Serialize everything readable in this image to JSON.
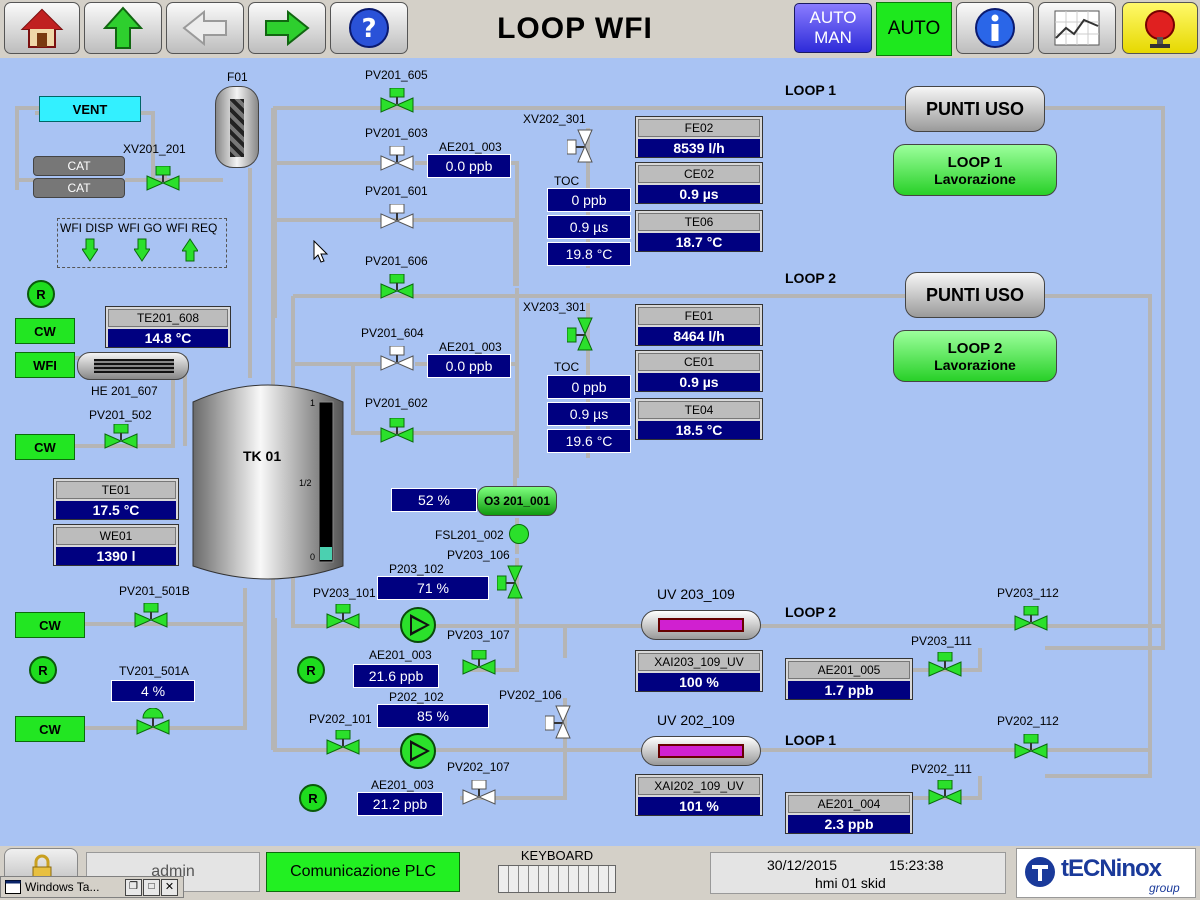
{
  "header": {
    "title": "LOOP WFI",
    "mode_line1": "AUTO",
    "mode_line2": "MAN",
    "auto_status": "AUTO"
  },
  "colors": {
    "green": "#22e622",
    "navy": "#000080",
    "bg": "#a9c3f3",
    "pipe": "#b7b7b7"
  },
  "tags": {
    "vent": "VENT",
    "f01": "F01",
    "xv201_201": "XV201_201",
    "cat1": "CAT",
    "cat2": "CAT",
    "wfi_disp": "WFI DISP",
    "wfi_go": "WFI GO",
    "wfi_req": "WFI REQ",
    "r": "R",
    "cw": "CW",
    "wfi": "WFI",
    "he201_607": "HE 201_607",
    "pv201_502": "PV201_502",
    "pv201_501b": "PV201_501B",
    "tv201_501a": "TV201_501A",
    "tk01": "TK 01",
    "lvl_1": "1",
    "lvl_half": "1/2",
    "lvl_0": "0",
    "pv201_605": "PV201_605",
    "pv201_603": "PV201_603",
    "pv201_601": "PV201_601",
    "pv201_606": "PV201_606",
    "pv201_604": "PV201_604",
    "pv201_602": "PV201_602",
    "ae201_003": "AE201_003",
    "xv202_301": "XV202_301",
    "xv203_301": "XV203_301",
    "toc": "TOC",
    "loop1": "LOOP 1",
    "loop2": "LOOP 2",
    "o3": "O3 201_001",
    "fsl": "FSL201_002",
    "pv203_106": "PV203_106",
    "pv202_106": "PV202_106",
    "p203_102": "P203_102",
    "p202_102": "P202_102",
    "pv203_101": "PV203_101",
    "pv202_101": "PV202_101",
    "pv203_107": "PV203_107",
    "pv202_107": "PV202_107",
    "uv203": "UV 203_109",
    "uv202": "UV 202_109",
    "pv203_112": "PV203_112",
    "pv203_111": "PV203_111",
    "pv202_112": "PV202_112",
    "pv202_111": "PV202_111"
  },
  "values": {
    "ae_603": "0.0 ppb",
    "ae_604": "0.0 ppb",
    "toc1_ppb": "0 ppb",
    "toc1_us": "0.9 µs",
    "toc1_c": "19.8 °C",
    "toc2_ppb": "0 ppb",
    "toc2_us": "0.9 µs",
    "toc2_c": "19.6 °C",
    "o3_pct": "52 %",
    "p203_pct": "71 %",
    "p202_pct": "85 %",
    "ae203": "21.6 ppb",
    "ae202": "21.2 ppb",
    "tv201_pct": "4 %"
  },
  "instruments": [
    {
      "tag": "FE02",
      "value": "8539  l/h"
    },
    {
      "tag": "CE02",
      "value": "0.9  µs"
    },
    {
      "tag": "TE06",
      "value": "18.7  °C"
    },
    {
      "tag": "FE01",
      "value": "8464  l/h"
    },
    {
      "tag": "CE01",
      "value": "0.9  µs"
    },
    {
      "tag": "TE04",
      "value": "18.5  °C"
    },
    {
      "tag": "TE201_608",
      "value": "14.8  °C"
    },
    {
      "tag": "TE01",
      "value": "17.5  °C"
    },
    {
      "tag": "WE01",
      "value": "1390  l"
    },
    {
      "tag": "XAI203_109_UV",
      "value": "100  %"
    },
    {
      "tag": "XAI202_109_UV",
      "value": "101  %"
    },
    {
      "tag": "AE201_005",
      "value": "1.7  ppb"
    },
    {
      "tag": "AE201_004",
      "value": "2.3  ppb"
    }
  ],
  "buttons": {
    "punti_uso": "PUNTI USO",
    "loop1_title": "LOOP 1",
    "loop1_sub": "Lavorazione",
    "loop2_title": "LOOP 2",
    "loop2_sub": "Lavorazione"
  },
  "tank_level": 0.08,
  "footer": {
    "user": "admin",
    "plc": "Comunicazione PLC",
    "keyboard": "KEYBOARD",
    "date": "30/12/2015",
    "time": "15:23:38",
    "station": "hmi  01  skid",
    "brand": "tECNinox",
    "brand_sub": "group",
    "taskbar": "Windows Ta..."
  }
}
